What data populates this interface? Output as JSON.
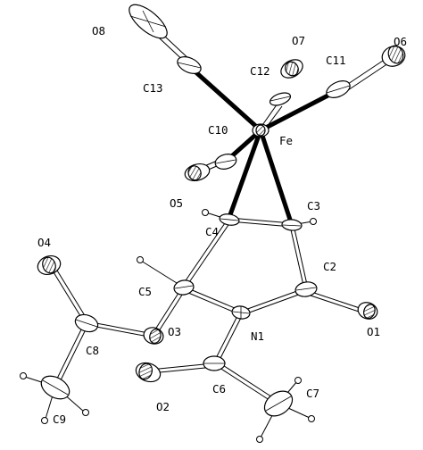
{
  "labels": {
    "O8": "O8",
    "O7": "O7",
    "O6": "O6",
    "C13": "C13",
    "C12": "C12",
    "C11": "C11",
    "C10": "C10",
    "Fe": "Fe",
    "O5": "O5",
    "C3": "C3",
    "C4": "C4",
    "O4": "O4",
    "C2": "C2",
    "C5": "C5",
    "N1": "N1",
    "O3": "O3",
    "O1": "O1",
    "C8": "C8",
    "C6": "C6",
    "C7": "C7",
    "O2": "O2",
    "C9": "C9"
  }
}
